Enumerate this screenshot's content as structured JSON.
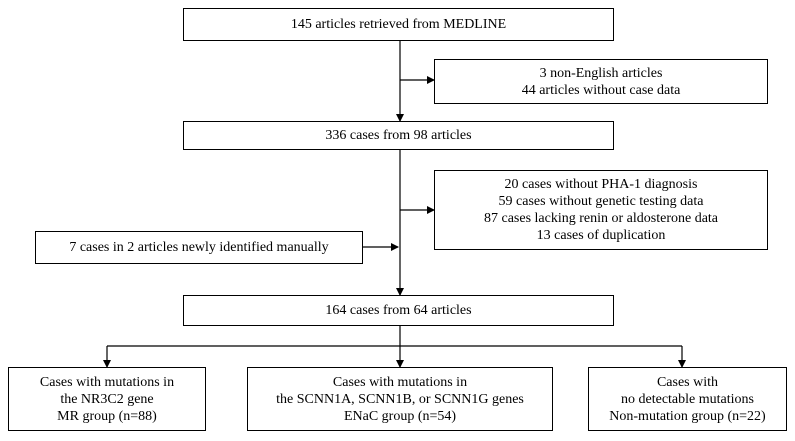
{
  "flow": {
    "top_box": "145 articles retrieved from MEDLINE",
    "exclusion_1": [
      "3 non-English articles",
      "44 articles without case data"
    ],
    "middle_box": "336 cases from 98 articles",
    "exclusion_2": [
      "20 cases without PHA-1 diagnosis",
      "59 cases without genetic testing data",
      "87 cases lacking renin or aldosterone data",
      "13 cases of duplication"
    ],
    "manual_addition": "7 cases in 2 articles newly identified manually",
    "final_box": "164 cases from 64 articles",
    "groups": [
      {
        "lines": [
          "Cases with mutations in",
          "the NR3C2 gene",
          "MR group (n=88)"
        ]
      },
      {
        "lines": [
          "Cases with mutations in",
          "the SCNN1A, SCNN1B, or SCNN1G genes",
          "ENaC group (n=54)"
        ]
      },
      {
        "lines": [
          "Cases with",
          "no detectable mutations",
          "Non-mutation group (n=22)"
        ]
      }
    ]
  }
}
